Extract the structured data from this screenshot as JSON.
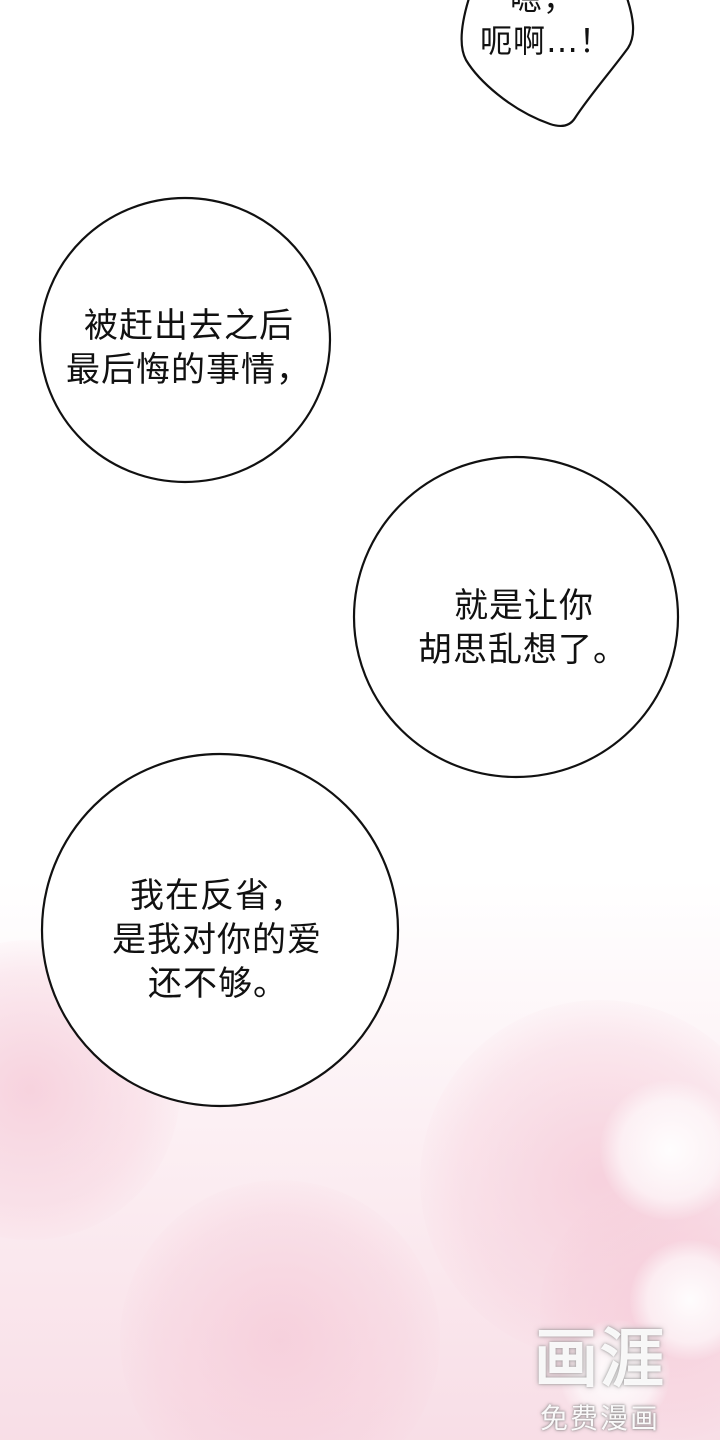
{
  "bubbles": [
    {
      "lines": [
        "嗯，",
        "呃啊…！"
      ]
    },
    {
      "lines": [
        "被赶出去之后",
        "最后悔的事情，"
      ]
    },
    {
      "lines": [
        "就是让你",
        "胡思乱想了。"
      ]
    },
    {
      "lines": [
        "我在反省，",
        "是我对你的爱",
        "还不够。"
      ]
    }
  ],
  "watermark": {
    "logo": "画涯",
    "subtitle": "免费漫画"
  },
  "colors": {
    "background": "#ffffff",
    "bubble_stroke": "#111111",
    "text": "#111111",
    "pink": "#f6cdda"
  }
}
